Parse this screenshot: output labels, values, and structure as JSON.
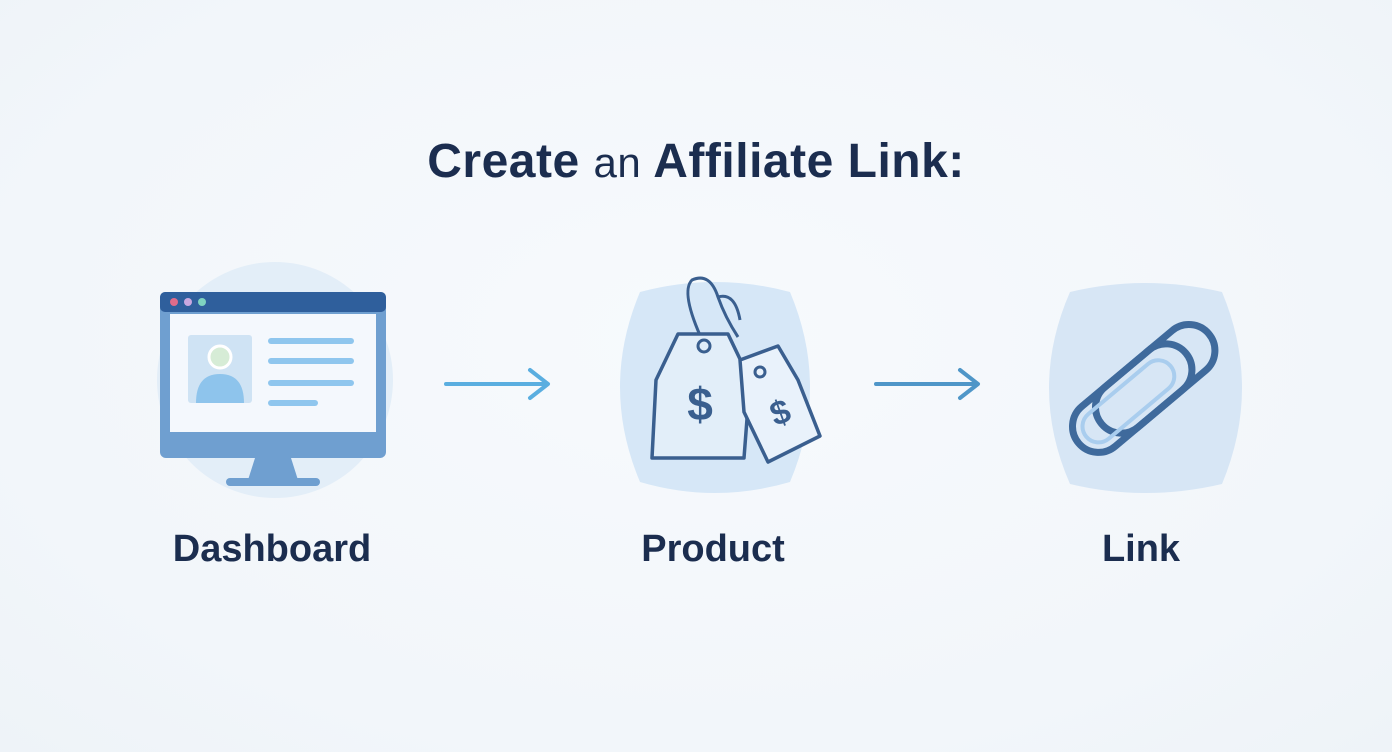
{
  "title": {
    "part1": "Create",
    "part2": "an",
    "part3": "Affiliate Link:"
  },
  "steps": [
    {
      "label": "Dashboard",
      "icon": "monitor-dashboard-icon"
    },
    {
      "label": "Product",
      "icon": "price-tags-icon"
    },
    {
      "label": "Link",
      "icon": "chain-link-icon"
    }
  ],
  "colors": {
    "title": "#1b2d4f",
    "accent_blue": "#4fa3dc",
    "icon_stroke": "#3a5f8f",
    "icon_bg": "#dbe9f7"
  }
}
